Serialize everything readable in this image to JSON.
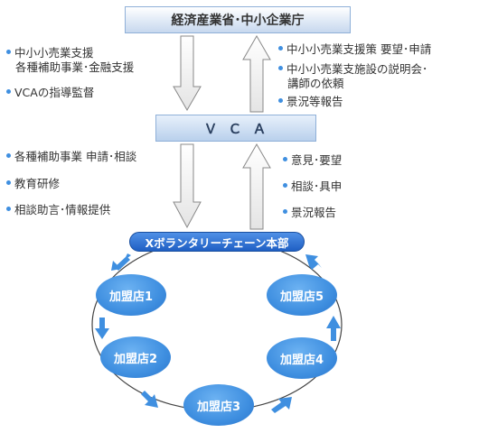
{
  "top": {
    "title": "経済産業省･中小企業庁"
  },
  "vca": {
    "title": "ＶＣＡ"
  },
  "hq": {
    "title": "Xボランタリーチェーン本部"
  },
  "stores": [
    "加盟店1",
    "加盟店2",
    "加盟店3",
    "加盟店4",
    "加盟店5"
  ],
  "left_upper": [
    {
      "lines": [
        "中小小売業支援",
        "各種補助事業･金融支援"
      ]
    },
    {
      "lines": [
        "VCAの指導監督"
      ]
    }
  ],
  "right_upper": [
    {
      "lines": [
        "中小小売業支援策 要望･申請"
      ]
    },
    {
      "lines": [
        "中小小売業支施設の説明会･",
        "講師の依頼"
      ]
    },
    {
      "lines": [
        "景況等報告"
      ]
    }
  ],
  "left_lower": [
    {
      "lines": [
        "各種補助事業 申請･相談"
      ]
    },
    {
      "lines": [
        "教育研修"
      ]
    },
    {
      "lines": [
        "相談助言･情報提供"
      ]
    }
  ],
  "right_lower": [
    {
      "lines": [
        "意見･要望"
      ]
    },
    {
      "lines": [
        "相談･具申"
      ]
    },
    {
      "lines": [
        "景況報告"
      ]
    }
  ],
  "colors": {
    "accent": "#3f8fe0",
    "box_border": "#8fb0d8",
    "hq": "#1f5fc4"
  }
}
